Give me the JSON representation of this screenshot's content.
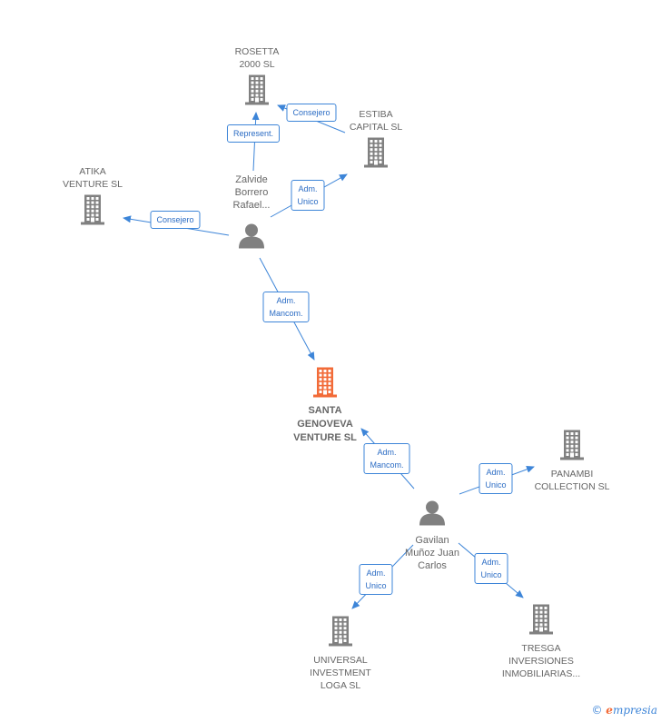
{
  "colors": {
    "edge": "#3d85d8",
    "company": "#808080",
    "company_main": "#f26b38",
    "person": "#808080",
    "text": "#666666"
  },
  "companies": [
    {
      "id": "rosetta",
      "label": "ROSETTA\n2000  SL",
      "main": false
    },
    {
      "id": "estiba",
      "label": "ESTIBA\nCAPITAL  SL",
      "main": false
    },
    {
      "id": "atika",
      "label": "ATIKA\nVENTURE  SL",
      "main": false
    },
    {
      "id": "santa",
      "label": "SANTA\nGENOVEVA\nVENTURE  SL",
      "main": true
    },
    {
      "id": "panambi",
      "label": "PANAMBI\nCOLLECTION SL",
      "main": false
    },
    {
      "id": "universal",
      "label": "UNIVERSAL\nINVESTMENT\nLOGA  SL",
      "main": false
    },
    {
      "id": "tresga",
      "label": "TRESGA\nINVERSIONES\nINMOBILIARIAS...",
      "main": false
    }
  ],
  "persons": [
    {
      "id": "zalvide",
      "label": "Zalvide\nBorrero\nRafael..."
    },
    {
      "id": "gavilan",
      "label": "Gavilan\nMuñoz Juan\nCarlos"
    }
  ],
  "edges": [
    {
      "id": "e1",
      "label": "Represent."
    },
    {
      "id": "e2",
      "label": "Consejero"
    },
    {
      "id": "e3",
      "label": "Adm.\nUnico"
    },
    {
      "id": "e4",
      "label": "Consejero"
    },
    {
      "id": "e5",
      "label": "Adm.\nMancom."
    },
    {
      "id": "e6",
      "label": "Adm.\nMancom."
    },
    {
      "id": "e7",
      "label": "Adm.\nUnico"
    },
    {
      "id": "e8",
      "label": "Adm.\nUnico"
    },
    {
      "id": "e9",
      "label": "Adm.\nUnico"
    }
  ],
  "brand": {
    "copyright": "©",
    "name_initial": "e",
    "name_rest": "mpresia"
  }
}
